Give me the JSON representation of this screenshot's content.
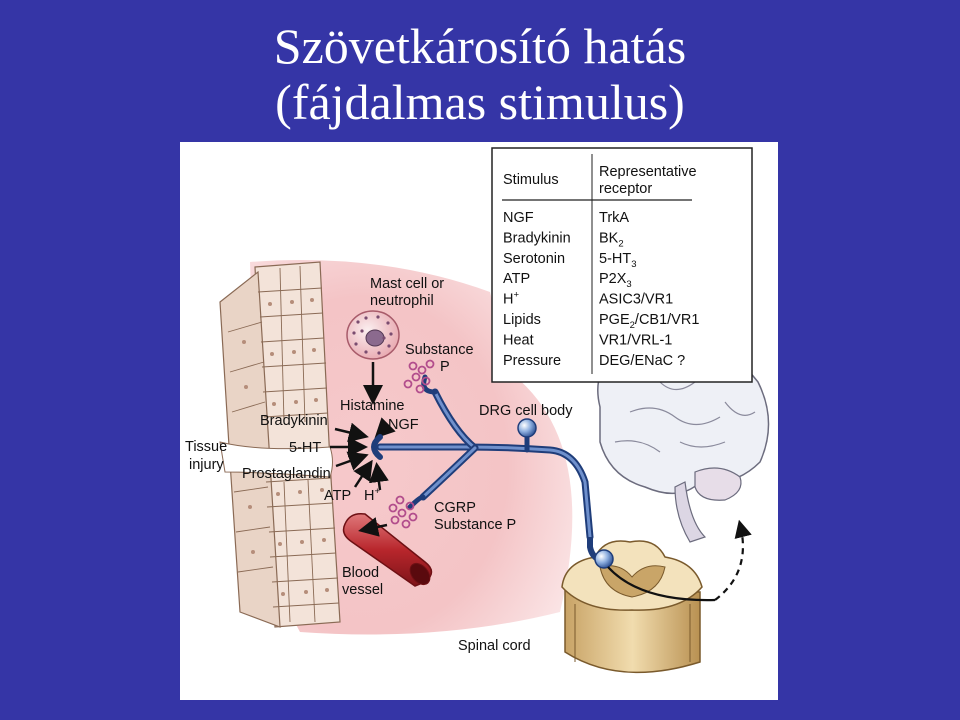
{
  "slide": {
    "title_line1": "Szövetkárosító hatás",
    "title_line2": "(fájdalmas stimulus)"
  },
  "colors": {
    "background": "#3535a6",
    "nerve": "#3b5fa0",
    "tissue_pink": "#f2b6b8",
    "vesicle": "#b24d8c",
    "spinal_cord": "#e4c795",
    "brain": "#eef0f6"
  },
  "table": {
    "header_stimulus": "Stimulus",
    "header_receptor_1": "Representative",
    "header_receptor_2": "receptor",
    "rows": [
      {
        "stimulus": "NGF",
        "receptor": "TrkA",
        "sub": "",
        "sup": "",
        "rest": ""
      },
      {
        "stimulus": "Bradykinin",
        "receptor": "BK",
        "sub": "2",
        "sup": "",
        "rest": ""
      },
      {
        "stimulus": "Serotonin",
        "receptor": "5-HT",
        "sub": "3",
        "sup": "",
        "rest": ""
      },
      {
        "stimulus": "ATP",
        "receptor": "P2X",
        "sub": "3",
        "sup": "",
        "rest": ""
      },
      {
        "stimulus": "H",
        "receptor": "ASIC3/VR1",
        "sub": "",
        "sup": "+",
        "rest": ""
      },
      {
        "stimulus": "Lipids",
        "receptor": "PGE",
        "sub": "2",
        "sup": "",
        "rest": "/CB1/VR1"
      },
      {
        "stimulus": "Heat",
        "receptor": "VR1/VRL-1",
        "sub": "",
        "sup": "",
        "rest": ""
      },
      {
        "stimulus": "Pressure",
        "receptor": "DEG/ENaC ?",
        "sub": "",
        "sup": "",
        "rest": ""
      }
    ]
  },
  "labels": {
    "mast_cell_1": "Mast cell or",
    "mast_cell_2": "neutrophil",
    "substance_p_1": "Substance",
    "substance_p_2": "P",
    "histamine": "Histamine",
    "bradykinin": "Bradykinin",
    "ngf": "NGF",
    "five_ht": "5-HT",
    "tissue_1": "Tissue",
    "tissue_2": "injury",
    "prostaglandin": "Prostaglandin",
    "atp": "ATP",
    "h": "H",
    "h_sup": "+",
    "drg": "DRG cell body",
    "cgrp": "CGRP",
    "substance_p_out": "Substance P",
    "blood_1": "Blood",
    "blood_2": "vessel",
    "spinal_cord": "Spinal cord"
  }
}
